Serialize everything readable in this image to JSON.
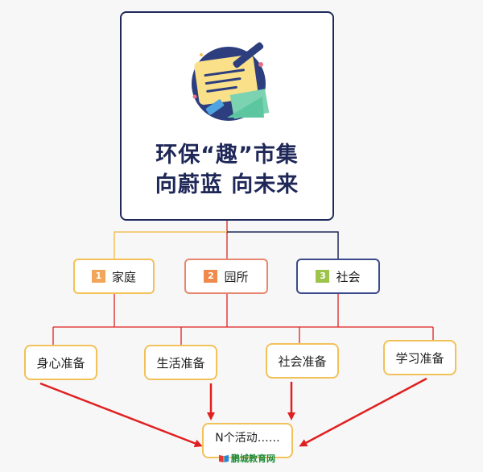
{
  "title": {
    "line1": "环保“趣”市集",
    "line2": "向蔚蓝 向未来"
  },
  "categories": [
    {
      "num": "1",
      "label": "家庭"
    },
    {
      "num": "2",
      "label": "园所"
    },
    {
      "num": "3",
      "label": "社会"
    }
  ],
  "preparations": [
    "身心准备",
    "生活准备",
    "社会准备",
    "学习准备"
  ],
  "activity": "N个活动……",
  "logo": {
    "text": "鹏城教育网"
  },
  "colors": {
    "title_text": "#1e2757",
    "yellow_border": "#f2c15a",
    "arrow_red": "#e02020",
    "dark_blue": "#1f2a5a",
    "red_connector": "#d9443a"
  }
}
